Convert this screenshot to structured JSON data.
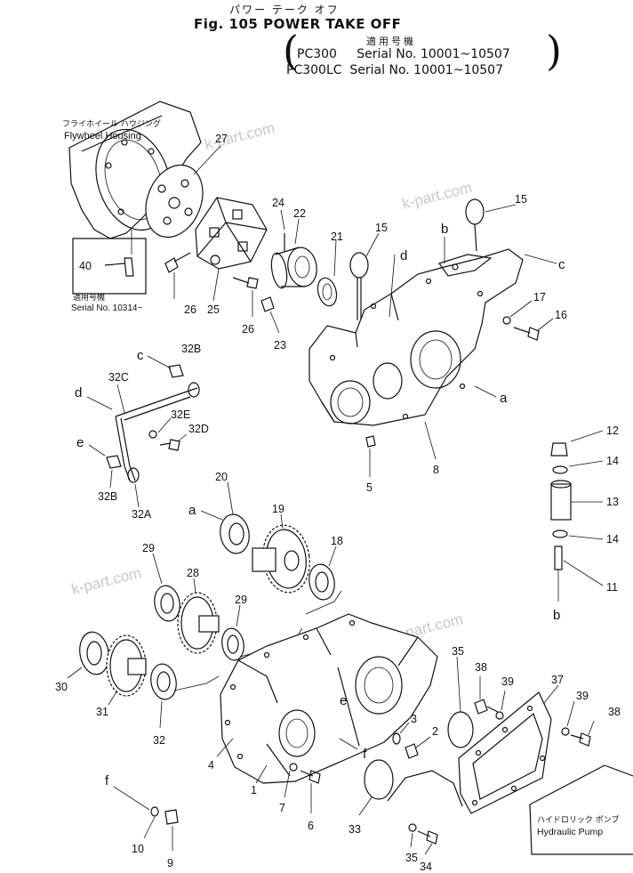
{
  "header": {
    "jp_title": "パワー テーク オフ",
    "fig_title": "Fig. 105 POWER TAKE OFF",
    "serial_jp": "適用号機",
    "serial_lines": [
      "PC300     Serial No. 10001~10507",
      "PC300LC  Serial No. 10001~10507"
    ]
  },
  "labels": {
    "flywheel_jp": "フライホイール ハウジング",
    "flywheel": "Flywheel Housing",
    "serial_jp": "適用号機",
    "serial_ref": "Serial No. 10314~",
    "hydraulic_jp": "ハイドロリック ポンプ",
    "hydraulic": "Hydraulic Pump"
  },
  "watermark": "k-part.com",
  "callouts": {
    "p1": "1",
    "p2": "2",
    "p3": "3",
    "p4": "4",
    "p5": "5",
    "p6": "6",
    "p7": "7",
    "p8": "8",
    "p9": "9",
    "p10": "10",
    "p11": "11",
    "p12": "12",
    "p13": "13",
    "p14a": "14",
    "p14b": "14",
    "p15a": "15",
    "p15b": "15",
    "p16": "16",
    "p17": "17",
    "p18": "18",
    "p19": "19",
    "p20": "20",
    "p21": "21",
    "p22": "22",
    "p23": "23",
    "p24": "24",
    "p25": "25",
    "p26a": "26",
    "p26b": "26",
    "p27": "27",
    "p28": "28",
    "p29a": "29",
    "p29b": "29",
    "p30": "30",
    "p31": "31",
    "p32": "32",
    "p32a": "32A",
    "p32ba": "32B",
    "p32bb": "32B",
    "p32c": "32C",
    "p32d": "32D",
    "p32e": "32E",
    "p33": "33",
    "p34": "34",
    "p35a": "35",
    "p35b": "35",
    "p37": "37",
    "p38a": "38",
    "p38b": "38",
    "p39a": "39",
    "p39b": "39",
    "p40": "40"
  },
  "refs": {
    "a1": "a",
    "a2": "a",
    "b1": "b",
    "b2": "b",
    "c1": "c",
    "c2": "c",
    "d1": "d",
    "d2": "d",
    "e1": "e",
    "e2": "e",
    "f1": "f",
    "f2": "f"
  }
}
